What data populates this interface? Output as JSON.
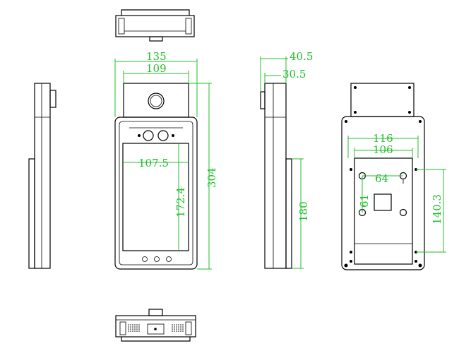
{
  "colors": {
    "line": "#000000",
    "dimension": "#1fbf2a",
    "background": "#ffffff"
  },
  "dimensions": {
    "front_width": "135",
    "front_top_width": "109",
    "screen_width": "107.5",
    "screen_height": "172.4",
    "total_height": "304",
    "side_depth": "40.5",
    "side_inner_depth": "30.5",
    "bracket_height": "180",
    "back_width_outer": "116",
    "back_width_inner": "106",
    "hole_spacing_x": "64",
    "hole_spacing_y": "61",
    "back_height": "140.3"
  }
}
